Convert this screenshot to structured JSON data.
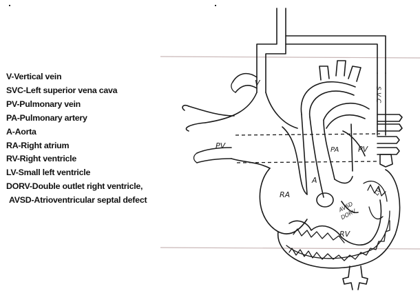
{
  "legend": [
    "V-Vertical vein",
    "SVC-Left superior vena cava",
    "PV-Pulmonary vein",
    "PA-Pulmonary artery",
    "A-Aorta",
    "RA-Right atrium",
    "RV-Right ventricle",
    "LV-Small left ventricle",
    "DORV-Double outlet right ventricle,",
    "AVSD-Atrioventricular septal defect"
  ],
  "diagram": {
    "labels": {
      "v": "V",
      "pv_left": "PV",
      "pv_right": "PV",
      "pa": "PA",
      "a": "A",
      "ra": "RA",
      "rv": "RV",
      "lv": "LV",
      "svc": [
        "S",
        "V",
        "C"
      ],
      "avsd": "AVSD",
      "dorv": "DORV"
    }
  }
}
